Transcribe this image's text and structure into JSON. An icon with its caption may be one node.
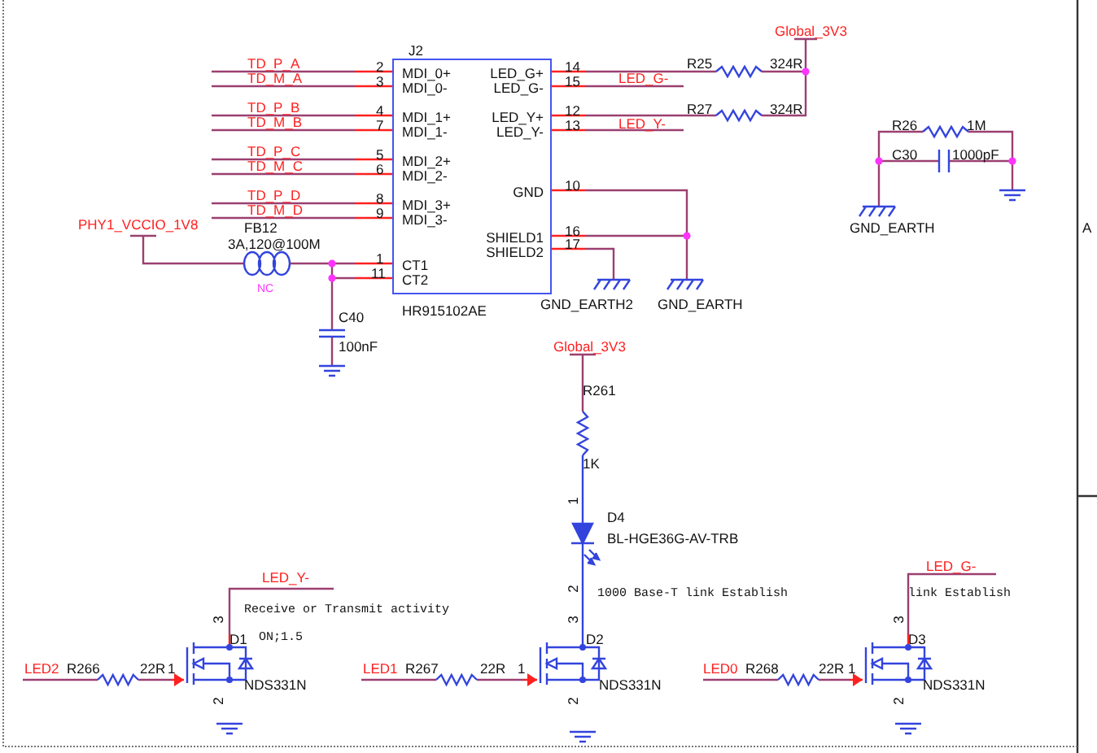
{
  "diagram": {
    "nodes": [
      {
        "text": [
          "J2",
          "MDI_0+",
          "MDI_0-",
          "MDI_1+",
          "MDI_1-",
          "MDI_2+",
          "MDI_2-",
          "MDI_3+",
          "MDI_3-",
          "CT1",
          "CT2",
          "LED_G+",
          "LED_G-",
          "LED_Y+",
          "LED_Y-",
          "GND",
          "SHIELD1",
          "SHIELD2"
        ],
        "beside": [
          "HR915102AE",
          "2",
          "3",
          "4",
          "7",
          "5",
          "6",
          "8",
          "9",
          "1",
          "11",
          "14",
          "15",
          "12",
          "13",
          "10",
          "16",
          "17"
        ]
      }
    ],
    "labels": [
      "Global_3V3",
      "TD_P_A",
      "R25",
      "324R",
      "TD_M_A",
      "LED_G-",
      "TD_P_B",
      "R27",
      "324R",
      "TD_M_B",
      "LED_Y-",
      "R26",
      "1M",
      "TD_P_C",
      "C30",
      "1000pF",
      "TD_M_C",
      "TD_P_D",
      "TD_M_D",
      "PHY1_VCCIO_1V8",
      "FB12",
      "GND_EARTH",
      "A",
      "3A,120@100M",
      "NC",
      "GND_EARTH2",
      "GND_EARTH",
      "C40",
      "100nF",
      "Global_3V3",
      "R261",
      "1K",
      "1",
      "D4",
      "BL-HGE36G-AV-TRB",
      "LED_G-",
      "LED_Y-",
      "2",
      "1000 Base-T link Establish",
      "link Establish",
      "Receive or Transmit activity",
      "3",
      "3",
      "3",
      "D1",
      "ON;1.5",
      "D2",
      "D3",
      "LED2",
      "R266",
      "22R",
      "1",
      "LED1",
      "R267",
      "22R",
      "1",
      "LED0",
      "R268",
      "22R",
      "1",
      "NDS331N",
      "NDS331N",
      "NDS331N",
      "2",
      "2",
      "2"
    ]
  }
}
